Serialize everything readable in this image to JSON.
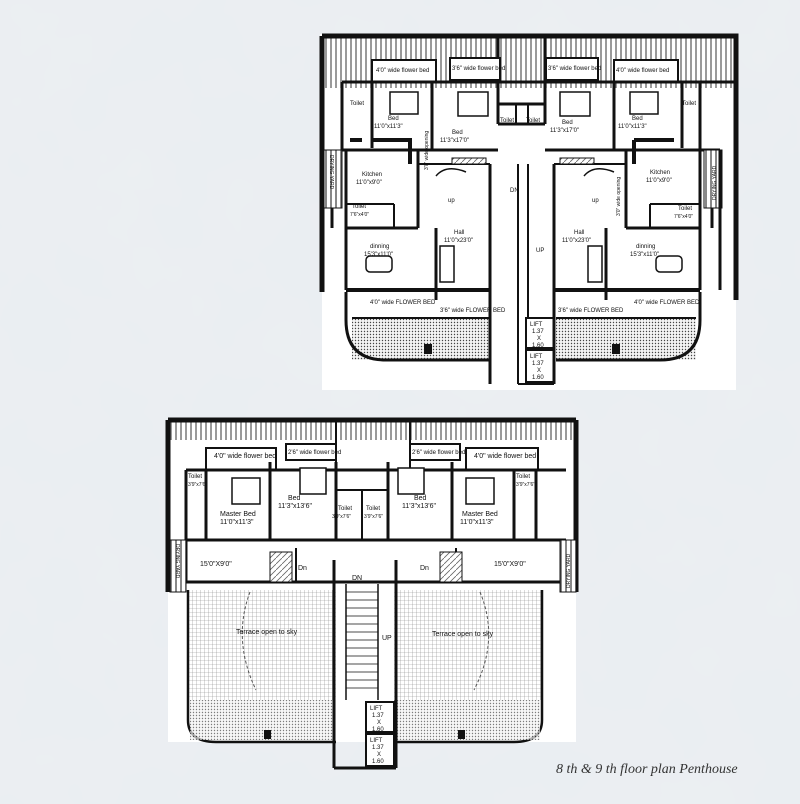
{
  "caption": "8 th & 9 th floor plan Penthouse",
  "upper_plan": {
    "labels": {
      "flower_bed_4ft_left": "4'0\" wide flower bed",
      "flower_bed_3ft_left": "3'6\" wide flower bed",
      "flower_bed_3ft_right": "3'6\" wide flower bed",
      "flower_bed_4ft_right": "4'0\" wide flower bed",
      "toilet": "Toilet",
      "bed_label": "Bed",
      "bed_small_dim": "11'0\"x11'3\"",
      "bed_large_dim": "11'3\"x17'0\"",
      "drying_yard": "DRYING YARD",
      "kitchen": "Kitchen",
      "kitchen_dim": "11'0\"x9'0\"",
      "toilet_small_dim": "7'6\"x4'0\"",
      "wide_opening": "3'0\" wide opening",
      "up": "up",
      "hall": "Hall",
      "hall_dim": "11'0\"x23'0\"",
      "dinning": "dinning",
      "dinning_dim": "15'3\"x11'0\"",
      "flower_bed_bottom": "4'0\" wide FLOWER BED",
      "flower_bed_bottom_mid": "3'6\" wide FLOWER BED",
      "dn": "DN",
      "up_caps": "UP",
      "lift": "LIFT",
      "lift_w": "1.37",
      "lift_x": "X",
      "lift_h": "1.60"
    }
  },
  "lower_plan": {
    "labels": {
      "flower_bed_4ft": "4'0\" wide flower bed",
      "flower_bed_2ft": "2'6\" wide flower bed",
      "toilet": "Toilet",
      "toilet_dim": "3'9\"x7'6\"",
      "master_bed": "Master Bed",
      "master_bed_dim": "11'0\"x11'3\"",
      "bed": "Bed",
      "bed_dim": "11'3\"x13'6\"",
      "drying_yard": "DRYING YARD",
      "living_dim": "15'0\"X9'0\"",
      "dn": "Dn",
      "dn_caps": "DN",
      "up_caps": "UP",
      "terrace": "Terrace open to sky",
      "lift": "LIFT",
      "lift_w": "1.37",
      "lift_x": "X",
      "lift_h": "1.60"
    }
  }
}
